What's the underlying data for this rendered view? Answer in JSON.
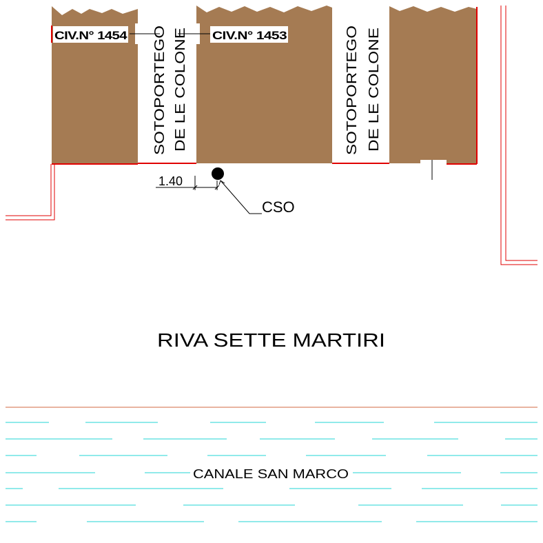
{
  "map": {
    "civic_numbers": [
      "CIV.N° 1454",
      "CIV.N° 1453"
    ],
    "passages": [
      {
        "line1": "SOTOPORTEGO",
        "line2": "DE LE COLONE"
      },
      {
        "line1": "SOTOPORTEGO",
        "line2": "DE LE COLONE"
      }
    ],
    "dimension_label": "1.40",
    "marker_label": "CSO",
    "street_name": "RIVA SETTE MARTIRI",
    "canal_name": "CANALE SAN MARCO",
    "colors": {
      "building": "#A57B53",
      "outline_red": "#E00000",
      "water_cyan": "#22D5D5",
      "shoreline": "#D06A40"
    }
  }
}
